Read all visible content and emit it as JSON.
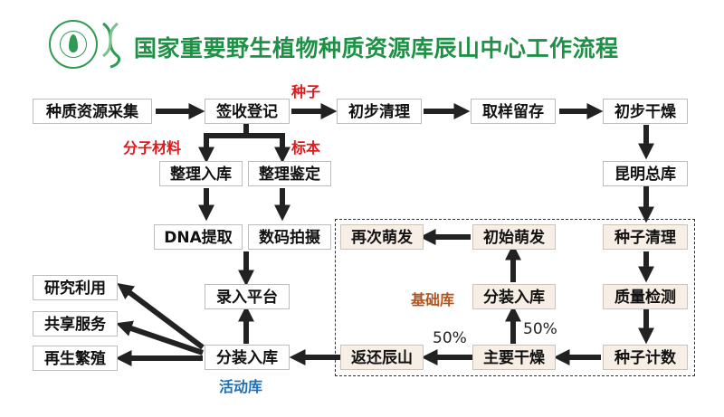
{
  "title": "国家重要野生植物种质资源库辰山中心工作流程",
  "nodes": {
    "collect": "种质资源采集",
    "register": "签收登记",
    "clean1": "初步清理",
    "sample": "取样留存",
    "dry1": "初步干燥",
    "storage1": "整理入库",
    "identify": "整理鉴定",
    "kunming": "昆明总库",
    "dna": "DNA提取",
    "photo": "数码拍摄",
    "regerm": "再次萌发",
    "germ1": "初始萌发",
    "seedclean": "种子清理",
    "platform": "录入平台",
    "pack_base": "分装入库",
    "quality": "质量检测",
    "research": "研究利用",
    "share": "共享服务",
    "regen": "再生繁殖",
    "pack_active": "分装入库",
    "back": "返还辰山",
    "maindry": "主要干燥",
    "count": "种子计数"
  },
  "labels": {
    "seed": "种子",
    "molecular": "分子材料",
    "specimen": "标本",
    "base_bank": "基础库",
    "active_bank": "活动库",
    "pct_left": "50%",
    "pct_right": "50%"
  },
  "colors": {
    "title": "#1e9146",
    "red_label": "#e0191b",
    "base_label": "#b3541e",
    "active_label": "#1f6fb5",
    "arrow": "#222222",
    "tint_box": "#f7efe6"
  }
}
